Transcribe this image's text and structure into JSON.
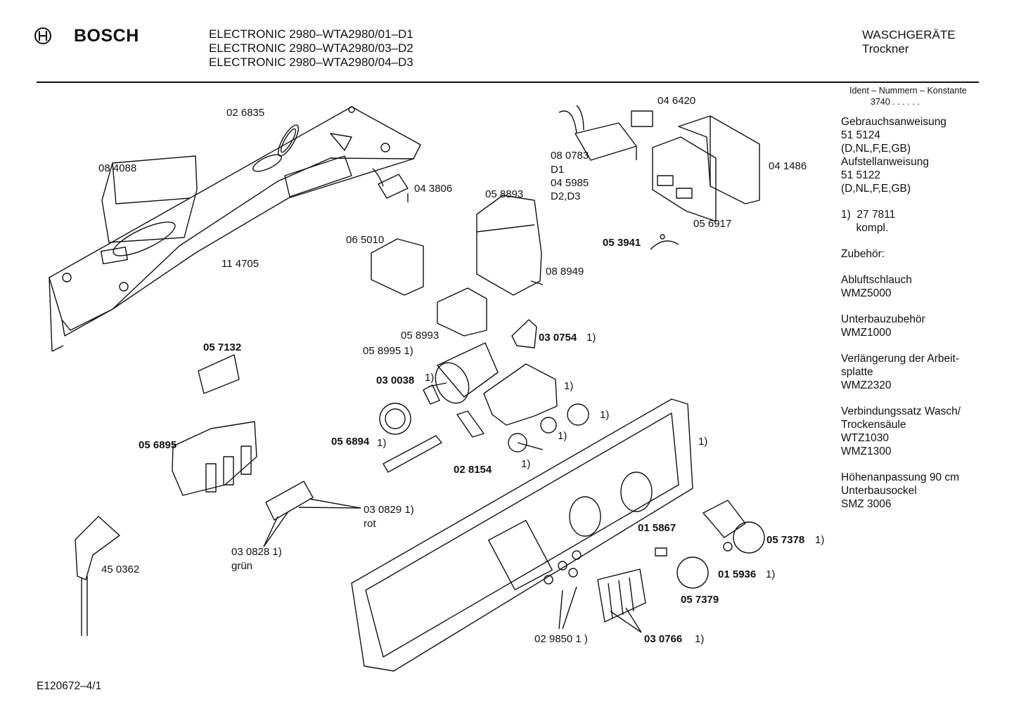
{
  "header": {
    "brand": "BOSCH",
    "models": [
      "ELECTRONIC 2980–WTA2980/01–D1",
      "ELECTRONIC 2980–WTA2980/03–D2",
      "ELECTRONIC 2980–WTA2980/04–D3"
    ],
    "category": "WASCHGERÄTE",
    "subcategory": "Trockner"
  },
  "sidebar": {
    "ident_label": "Ident – Nummern – Konstante",
    "ident_value": "3740 . . . . . .",
    "lines": [
      "Gebrauchsanweisung",
      "51 5124",
      "(D,NL,F,E,GB)",
      "Aufstellanweisung",
      "51 5122",
      "(D,NL,F,E,GB)",
      "",
      "1)  27 7811",
      "     kompl.",
      "",
      "Zubehör:",
      "",
      "Abluftschlauch",
      "WMZ5000",
      "",
      "Unterbauzubehör",
      "WMZ1000",
      "",
      "Verlängerung der Arbeit-",
      "splatte",
      "WMZ2320",
      "",
      "Verbindungssatz Wasch/",
      "Trockensäule",
      "WTZ1030",
      "WMZ1300",
      "",
      "Höhenanpassung 90 cm",
      "Unterbausockel",
      "SMZ 3006"
    ]
  },
  "parts": [
    "02 6835",
    "08 4088",
    "04 3806",
    "11 4705",
    "04 6420",
    "08 0783",
    "D1",
    "04 5985",
    "D2,D3",
    "04 1486",
    "05 8893",
    "05 6917",
    "05 3941",
    "06 5010",
    "08 8949",
    "05 8993",
    "03 0754",
    "1)",
    "05 8995 1)",
    "05 7132",
    "03 0038",
    "1)",
    "1)",
    "1)",
    "05 6895",
    "05 6894",
    "1)",
    "1)",
    "02 8154",
    "1)",
    "1)",
    "03 0829 1)",
    "rot",
    "03 0828 1)",
    "grün",
    "45 0362",
    "01 5867",
    "05 7378",
    "1)",
    "01 5936",
    "1)",
    "05 7379",
    "02 9850 1 )",
    "03 0766",
    "1)"
  ],
  "footer": {
    "drawing_id": "E120672–4/1"
  }
}
